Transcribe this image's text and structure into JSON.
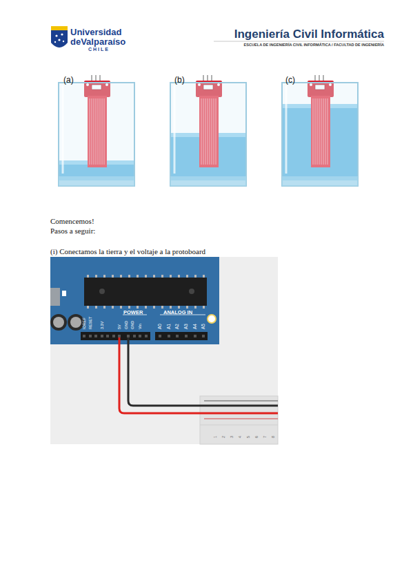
{
  "diagram": {
    "labels": [
      "Universidad",
      "deValparaíso",
      "CHILE",
      "Ingeniería Civil Informática",
      "ESCUELA DE INGENIERÍA CIVIL INFORMÁTICA / FACULTAD DE INGENIERÍA",
      "(a)",
      "(b)",
      "(c)",
      "Comencemos!",
      "Pasos a seguir:",
      "(i) Conectamos la tierra y el voltaje a la protoboard",
      "IOREF",
      "RESET",
      "3.3V",
      "5V",
      "GND",
      "GND",
      "Vin",
      "POWER",
      "ANALOG IN",
      "A0",
      "A1",
      "A2",
      "A3",
      "A4",
      "A5",
      "1",
      "2",
      "3",
      "4",
      "5",
      "6",
      "7",
      "8"
    ]
  }
}
